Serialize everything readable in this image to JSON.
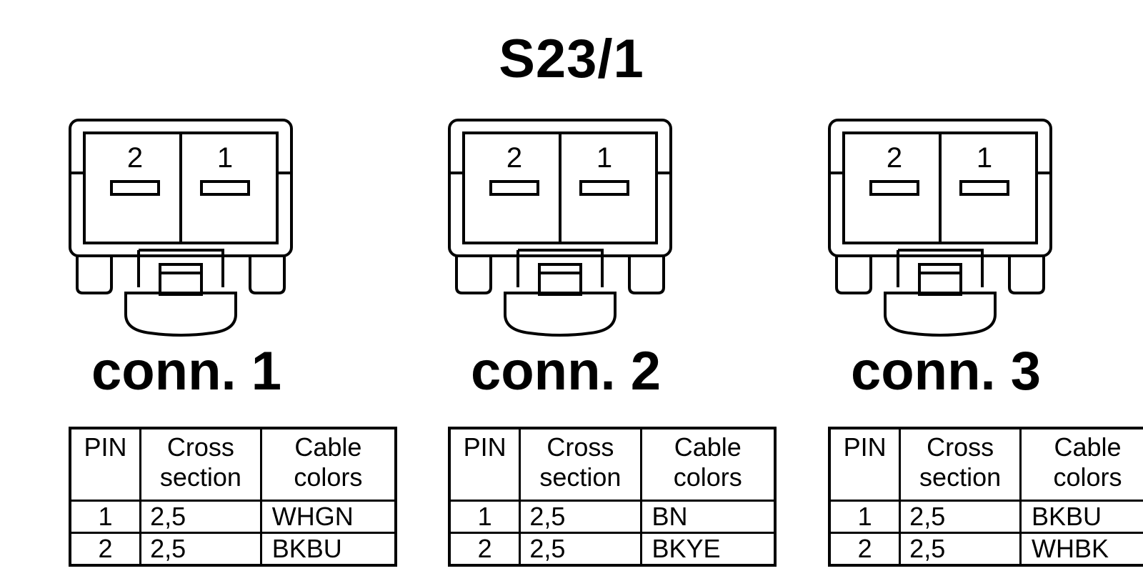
{
  "title": "S23/1",
  "connectors": [
    {
      "label": "conn. 1",
      "pin_left": "2",
      "pin_right": "1",
      "headers": {
        "pin": "PIN",
        "cross_l1": "Cross",
        "cross_l2": "section",
        "color_l1": "Cable",
        "color_l2": "colors"
      },
      "rows": [
        {
          "pin": "1",
          "cross": "2,5",
          "color": "WHGN"
        },
        {
          "pin": "2",
          "cross": "2,5",
          "color": "BKBU"
        }
      ]
    },
    {
      "label": "conn. 2",
      "pin_left": "2",
      "pin_right": "1",
      "headers": {
        "pin": "PIN",
        "cross_l1": "Cross",
        "cross_l2": "section",
        "color_l1": "Cable",
        "color_l2": "colors"
      },
      "rows": [
        {
          "pin": "1",
          "cross": "2,5",
          "color": "BN"
        },
        {
          "pin": "2",
          "cross": "2,5",
          "color": "BKYE"
        }
      ]
    },
    {
      "label": "conn. 3",
      "pin_left": "2",
      "pin_right": "1",
      "headers": {
        "pin": "PIN",
        "cross_l1": "Cross",
        "cross_l2": "section",
        "color_l1": "Cable",
        "color_l2": "colors"
      },
      "rows": [
        {
          "pin": "1",
          "cross": "2,5",
          "color": "BKBU"
        },
        {
          "pin": "2",
          "cross": "2,5",
          "color": "WHBK"
        }
      ]
    }
  ]
}
